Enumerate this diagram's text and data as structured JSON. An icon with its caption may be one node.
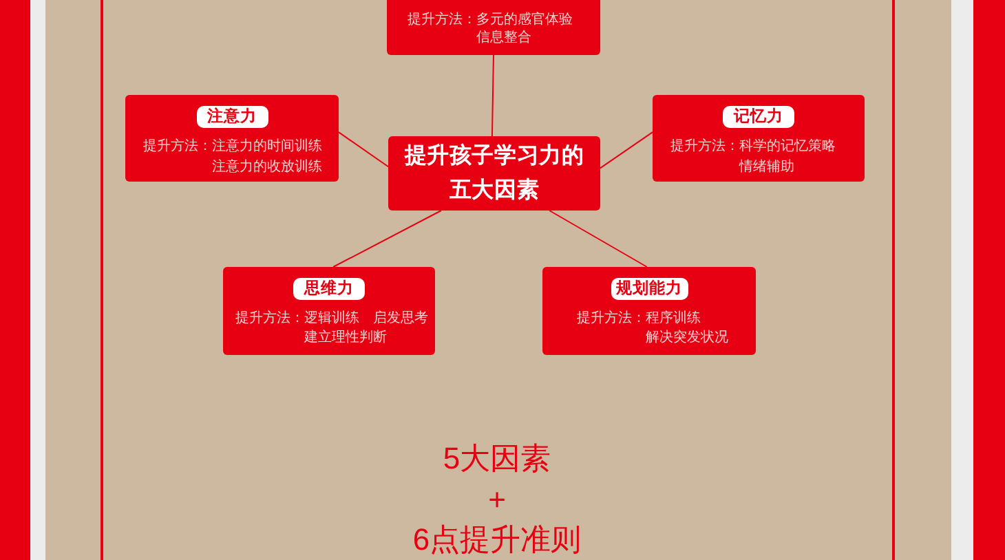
{
  "diagram": {
    "nodes": [
      {
        "text": [
          "提升方法：多元的感官体验信息整合"
        ]
      },
      {
        "text": [
          "注意力",
          "提升方法：注意力的时间训练注意力的收放训练"
        ]
      },
      {
        "text": [
          "提升孩子学习力的五大因素"
        ]
      },
      {
        "text": [
          "记忆力",
          "提升方法：科学的记忆策略情绪辅助"
        ]
      },
      {
        "text": [
          "思维力",
          "提升方法：逻辑训练　启发思考建立理性判断"
        ]
      },
      {
        "text": [
          "规划能力",
          "提升方法：程序训练解决突发状况"
        ]
      }
    ],
    "edges": [
      {
        "from": 2,
        "to": 0,
        "arrow": "none"
      },
      {
        "from": 2,
        "to": 1,
        "arrow": "none"
      },
      {
        "from": 2,
        "to": 3,
        "arrow": "none"
      },
      {
        "from": 2,
        "to": 4,
        "arrow": "none"
      },
      {
        "from": 2,
        "to": 5,
        "arrow": "none"
      }
    ],
    "labels": [
      "5大因素",
      "+",
      "6点提升准则"
    ]
  }
}
